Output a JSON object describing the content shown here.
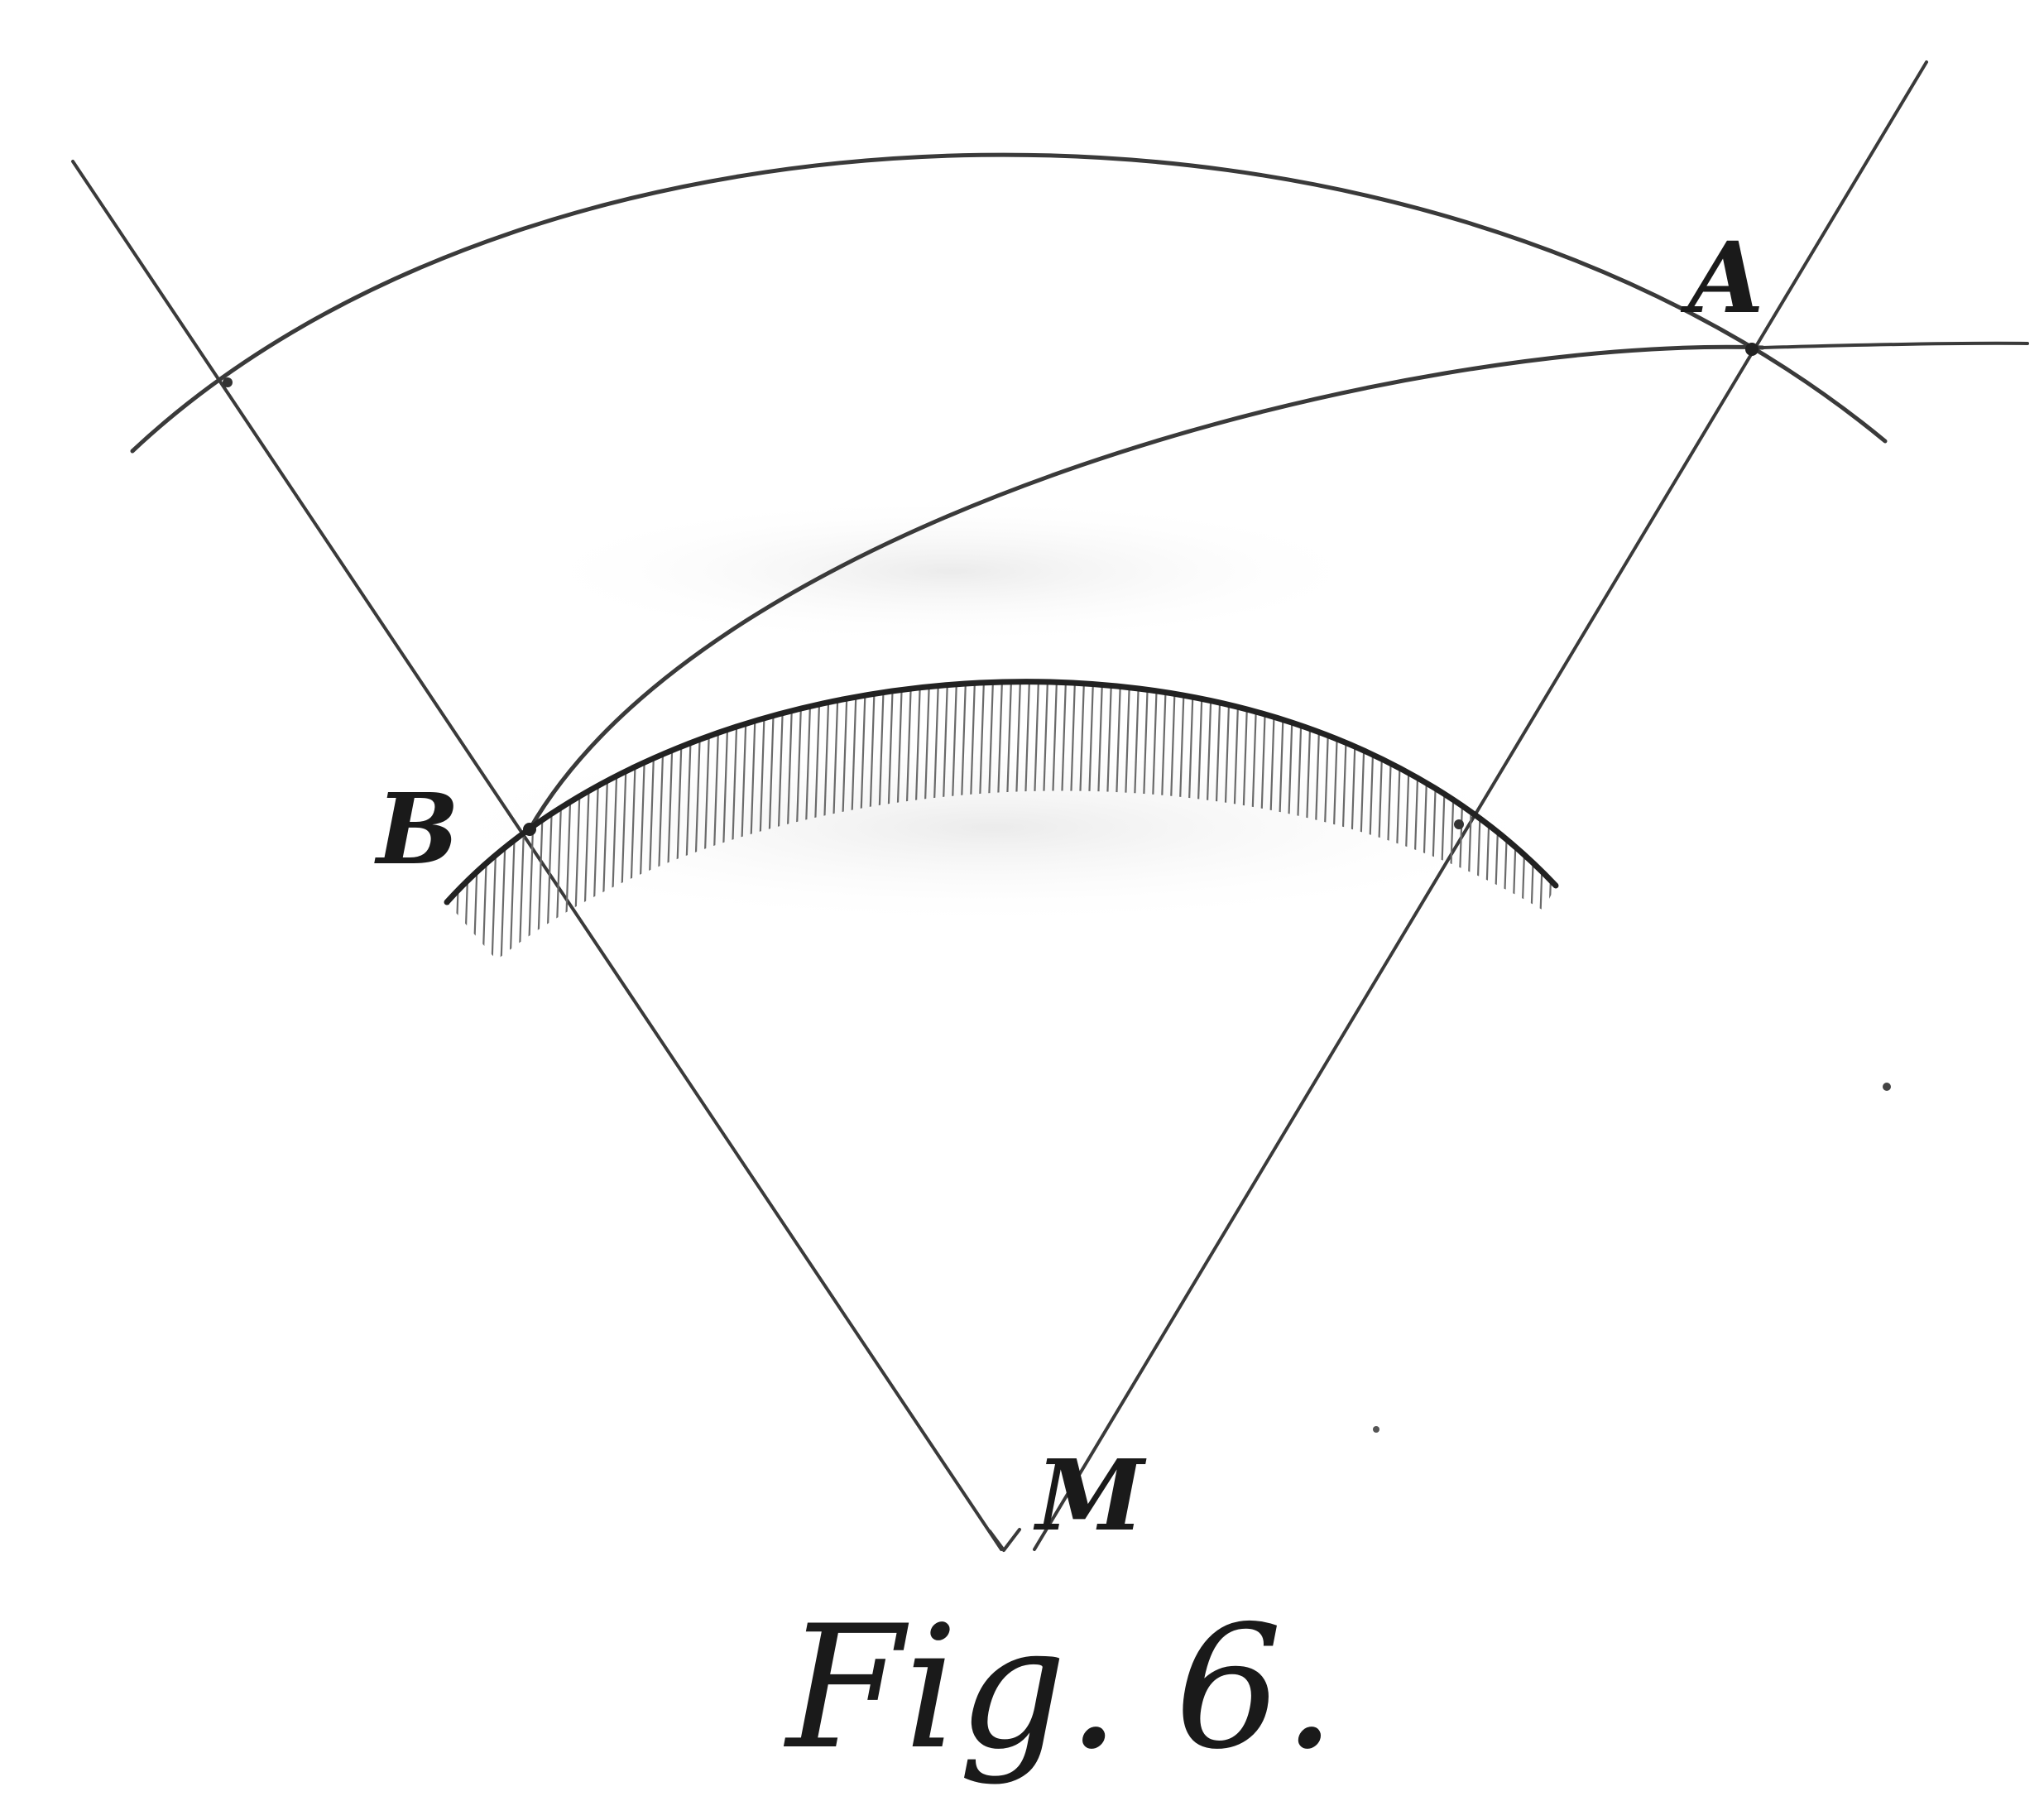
{
  "figure": {
    "caption": "Fig. 6.",
    "points": {
      "a": "A",
      "b": "B",
      "m": "M"
    },
    "stroke_color": "#3a3a3a",
    "background": "#ffffff"
  }
}
